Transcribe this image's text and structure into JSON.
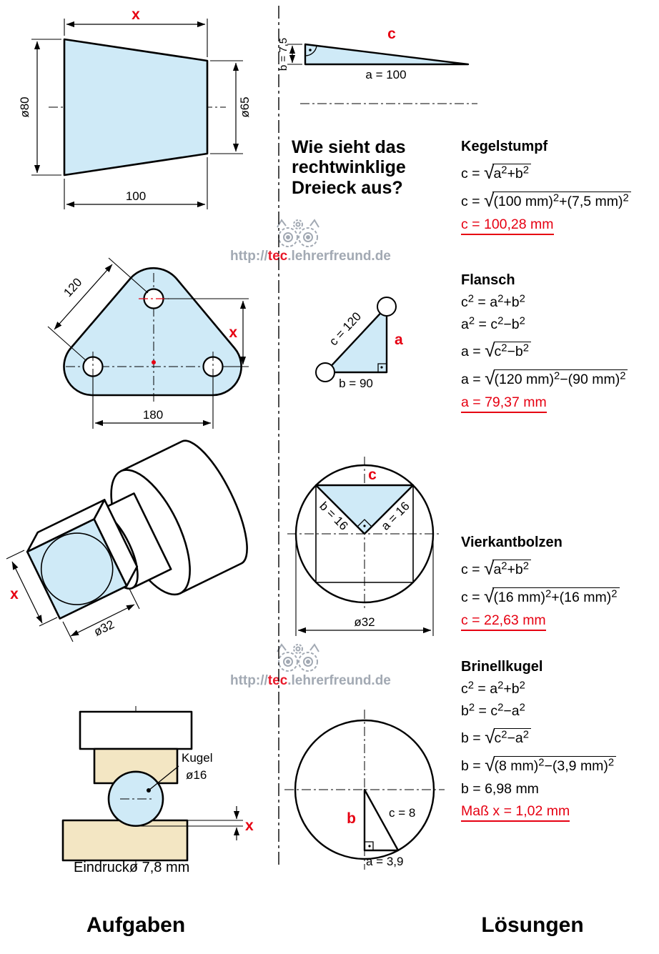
{
  "colors": {
    "blue": "#cfeaf7",
    "tan": "#f3e6c3",
    "red": "#e60012",
    "gray": "#98a0ab"
  },
  "watermark": {
    "pre": "http://",
    "highlight": "tec",
    "post": ".lehrerfreund.de"
  },
  "question": "Wie sieht das\nrechtwinklige\nDreieck aus?",
  "footer": {
    "tasks": "Aufgaben",
    "solutions": "Lösungen"
  },
  "kegelstumpf": {
    "dims": {
      "x": "x",
      "d_left": "ø80",
      "d_right": "ø65",
      "length": "100"
    },
    "triangle": {
      "b": "b = 7,5",
      "a": "a = 100",
      "c": "c"
    }
  },
  "flansch": {
    "dims": {
      "d120": "120",
      "x": "x",
      "d180": "180"
    },
    "triangle": {
      "c": "c = 120",
      "b": "b = 90",
      "a": "a"
    }
  },
  "vierkantbolzen": {
    "dims": {
      "x": "x",
      "d32": "ø32"
    },
    "triangle": {
      "c": "c",
      "b": "b = 16",
      "a": "a = 16",
      "d32": "ø32"
    }
  },
  "brinellkugel": {
    "labels": {
      "kugel_line1": "Kugel",
      "kugel_line2": "ø16",
      "x": "x",
      "caption": "Eindruckø 7,8 mm"
    },
    "triangle": {
      "b": "b",
      "c": "c = 8",
      "a": "a = 3,9"
    }
  },
  "solutions": [
    {
      "title": "Kegelstumpf",
      "lines": [
        {
          "f": "c = √[a^2+b^2]"
        },
        {
          "f": "c = √[(100 mm)^2+(7,5 mm)^2]"
        },
        {
          "f": "c = 100,28 mm",
          "cls": "result"
        }
      ]
    },
    {
      "title": "Flansch",
      "lines": [
        {
          "f": "c^2 = a^2+b^2"
        },
        {
          "f": "a^2 = c^2−b^2"
        },
        {
          "f": "a = √[c^2−b^2]"
        },
        {
          "f": "a = √[(120 mm)^2−(90 mm)^2]"
        },
        {
          "f": "a = 79,37 mm",
          "cls": "result"
        }
      ]
    },
    {
      "title": "Vierkantbolzen",
      "lines": [
        {
          "f": "c = √[a^2+b^2]"
        },
        {
          "f": "c = √[(16 mm)^2+(16 mm)^2]"
        },
        {
          "f": "c = 22,63 mm",
          "cls": "result"
        }
      ]
    },
    {
      "title": "Brinellkugel",
      "lines": [
        {
          "f": "c^2 = a^2+b^2"
        },
        {
          "f": "b^2 = c^2−a^2"
        },
        {
          "f": "b = √[c^2−a^2]"
        },
        {
          "f": "b = √[(8 mm)^2−(3,9 mm)^2]"
        },
        {
          "f": "b = 6,98 mm"
        },
        {
          "f": "Maß x = 1,02 mm",
          "cls": "result"
        }
      ]
    }
  ]
}
